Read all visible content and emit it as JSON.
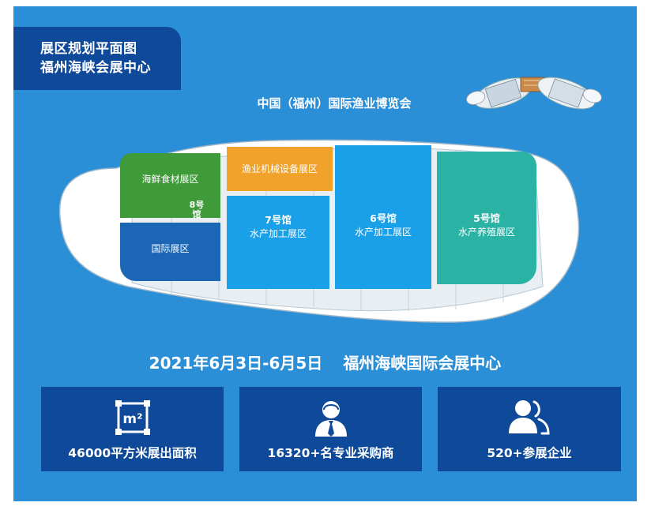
{
  "header": {
    "line1": "展区规划平面图",
    "line2": "福州海峡会展中心"
  },
  "expo_title": "中国（福州）国际渔业博览会",
  "halls": [
    {
      "name": "海鲜食材展区"
    },
    {
      "num": "8号馆"
    },
    {
      "name": "国际展区"
    },
    {
      "name": "渔业机械设备展区"
    },
    {
      "num": "7号馆",
      "name": "水产加工展区"
    },
    {
      "num": "6号馆",
      "name": "水产加工展区"
    },
    {
      "num": "5号馆",
      "name": "水产养殖展区"
    }
  ],
  "date_venue": {
    "date": "2021年6月3日-6月5日",
    "venue": "福州海峡国际会展中心"
  },
  "stats": [
    {
      "icon": "area-m2-icon",
      "label": "46000平方米展出面积"
    },
    {
      "icon": "buyer-person-icon",
      "label": "16320+名专业采购商"
    },
    {
      "icon": "exhibitors-group-icon",
      "label": "520+参展企业"
    }
  ],
  "colors": {
    "background": "#2b8fd8",
    "navy": "#0f4a9a",
    "green": "#3f9a3a",
    "orange": "#f0a22a",
    "hall_blue": "#1aa0e8",
    "teal": "#2ab3a4",
    "intl_blue": "#1b66b5"
  }
}
